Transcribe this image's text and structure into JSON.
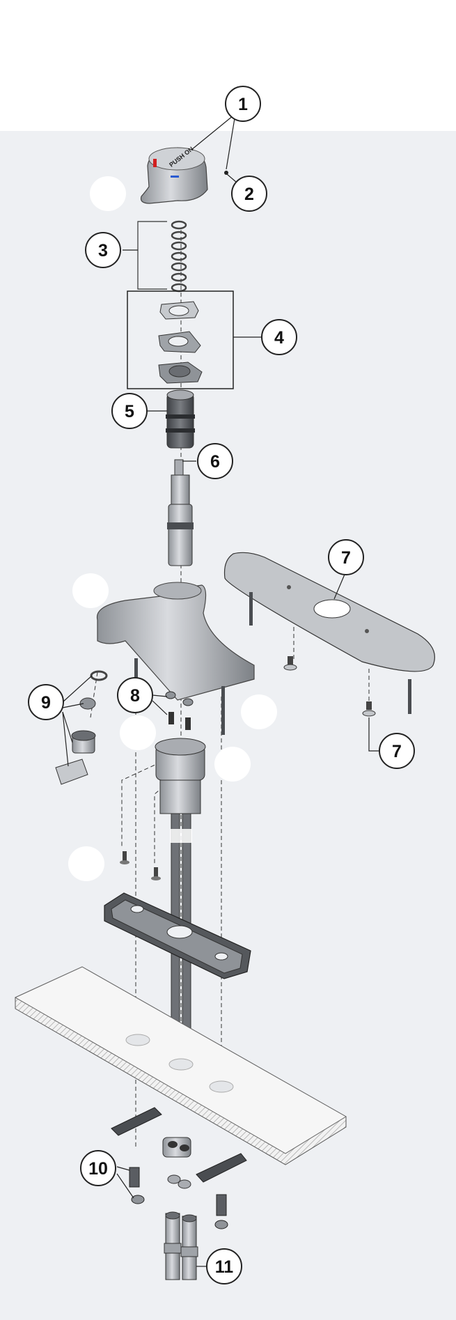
{
  "diagram": {
    "handle_text": "PUSH ON",
    "callouts": [
      {
        "id": "1",
        "label": "1"
      },
      {
        "id": "2",
        "label": "2"
      },
      {
        "id": "3",
        "label": "3"
      },
      {
        "id": "4",
        "label": "4"
      },
      {
        "id": "5",
        "label": "5"
      },
      {
        "id": "6",
        "label": "6"
      },
      {
        "id": "7a",
        "label": "7"
      },
      {
        "id": "7b",
        "label": "7"
      },
      {
        "id": "8",
        "label": "8"
      },
      {
        "id": "9",
        "label": "9"
      },
      {
        "id": "10",
        "label": "10"
      },
      {
        "id": "11",
        "label": "11"
      }
    ]
  },
  "colors": {
    "background": "#eef0f3",
    "part_gray": "#b9bcc1",
    "part_dark": "#5a5d62",
    "outline": "#222222",
    "accent_red": "#d11e1e",
    "accent_blue": "#2a5bd1"
  }
}
